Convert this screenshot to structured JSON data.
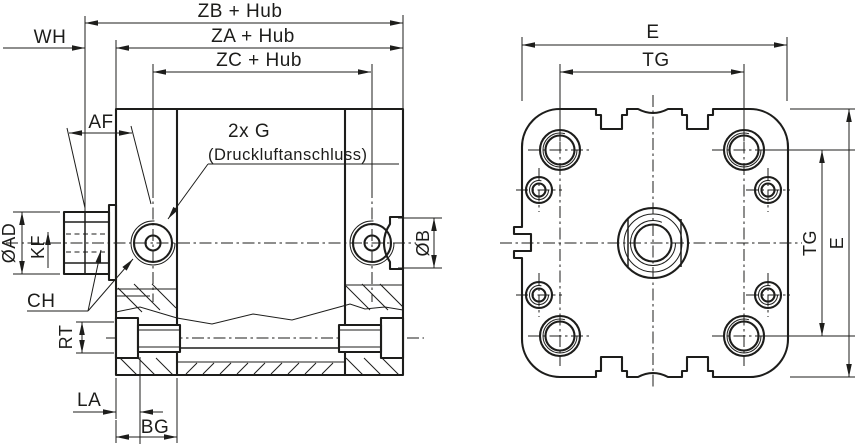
{
  "labels": {
    "side_view": {
      "zb": "ZB + Hub",
      "za": "ZA + Hub",
      "zc": "ZC + Hub",
      "wh": "WH",
      "af": "AF",
      "port_line1": "2x G",
      "port_line2": "(Druckluftanschluss)",
      "oad": "ØAD",
      "kf": "KF",
      "ch": "CH",
      "rt": "RT",
      "la": "LA",
      "bg": "BG",
      "ob": "ØB"
    },
    "front_view": {
      "e_top": "E",
      "tg_top": "TG",
      "tg_right": "TG",
      "e_right": "E"
    }
  },
  "colors": {
    "line": "#1d1d1b",
    "background": "#ffffff"
  }
}
